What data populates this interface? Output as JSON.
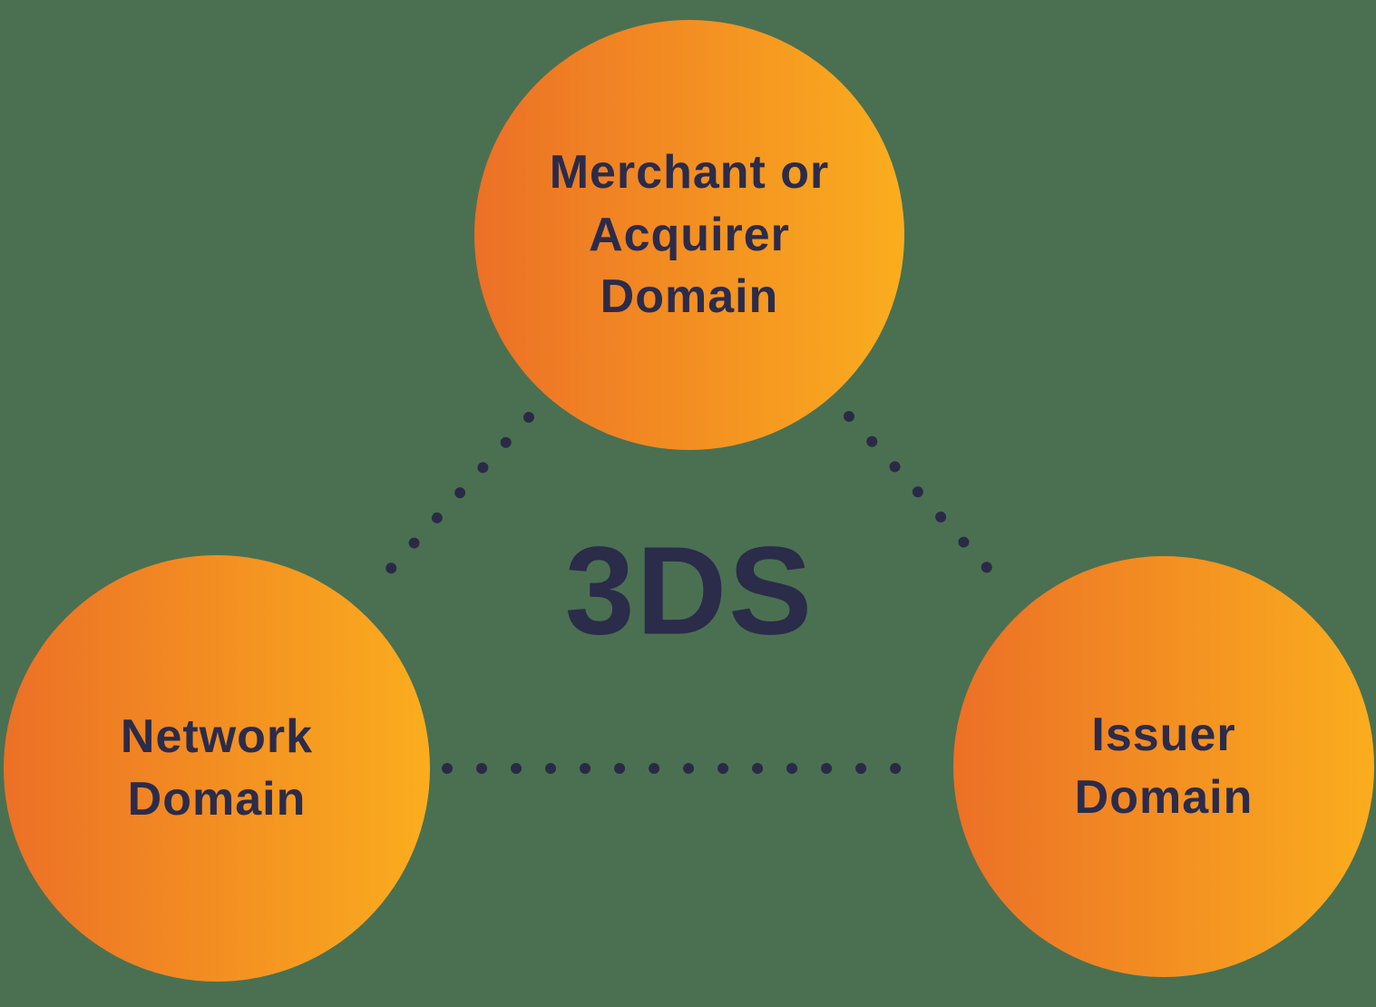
{
  "diagram": {
    "title": "3DS three domains diagram",
    "center_label": "3DS",
    "nodes": [
      {
        "id": "merchant-acquirer-domain",
        "lines": [
          "Merchant or",
          "Acquirer",
          "Domain"
        ]
      },
      {
        "id": "network-domain",
        "lines": [
          "Network",
          "Domain"
        ]
      },
      {
        "id": "issuer-domain",
        "lines": [
          "Issuer",
          "Domain"
        ]
      }
    ],
    "connectors": [
      {
        "from": "merchant-acquirer-domain",
        "to": "network-domain",
        "style": "dotted"
      },
      {
        "from": "merchant-acquirer-domain",
        "to": "issuer-domain",
        "style": "dotted"
      },
      {
        "from": "network-domain",
        "to": "issuer-domain",
        "style": "dotted"
      }
    ],
    "colors": {
      "background": "#4A7051",
      "circle_gradient_start": "#EC7026",
      "circle_gradient_end": "#FAAD1E",
      "text": "#2B2B4A",
      "dots": "#2A2A47"
    }
  }
}
